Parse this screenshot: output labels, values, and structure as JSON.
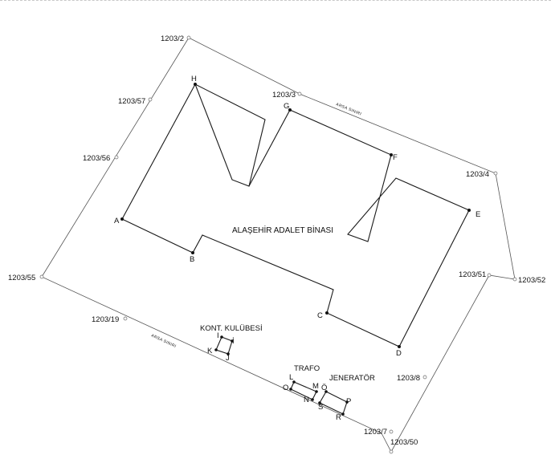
{
  "building_name": "ALAŞEHİR ADALET BİNASI",
  "guard_house": "KONT. KULÜBESİ",
  "transformer": "TRAFO",
  "generator": "JENERATÖR",
  "boundary_note": "ARSA SINIRI",
  "parcel_points": [
    "1203/2",
    "1203/57",
    "1203/56",
    "1203/55",
    "1203/19",
    "1203/3",
    "1203/4",
    "1203/52",
    "1203/51",
    "1203/8",
    "1203/7",
    "1203/50"
  ],
  "building_corners": [
    "A",
    "B",
    "C",
    "D",
    "E",
    "F",
    "G",
    "H"
  ],
  "guard_corners": [
    "I",
    "İ",
    "J",
    "K"
  ],
  "transformer_corners": [
    "L",
    "M",
    "N",
    "O"
  ],
  "generator_corners": [
    "Ö",
    "P",
    "R",
    "S"
  ]
}
